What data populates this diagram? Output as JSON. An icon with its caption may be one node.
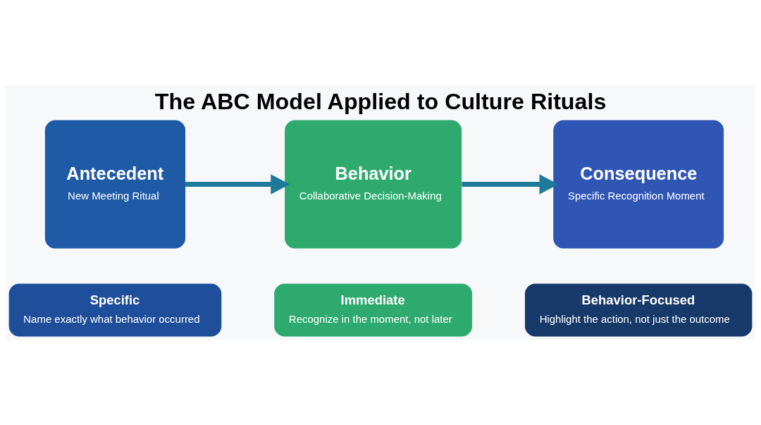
{
  "diagram": {
    "title": "The ABC Model Applied to Culture Rituals",
    "nodes": [
      {
        "text": [
          "Antecedent",
          "New Meeting Ritual"
        ]
      },
      {
        "text": [
          "Behavior",
          "Collaborative Decision-Making"
        ]
      },
      {
        "text": [
          "Consequence",
          "Specific Recognition Moment"
        ]
      },
      {
        "text": [
          "Specific",
          "Name exactly what behavior occurred"
        ]
      },
      {
        "text": [
          "Immediate",
          "Recognize in the moment, not later"
        ]
      },
      {
        "text": [
          "Behavior-Focused",
          "Highlight the action, not just the outcome"
        ]
      }
    ],
    "edges": [
      {
        "from": 0,
        "to": 1,
        "arrow": "to"
      },
      {
        "from": 1,
        "to": 2,
        "arrow": "to"
      }
    ]
  }
}
